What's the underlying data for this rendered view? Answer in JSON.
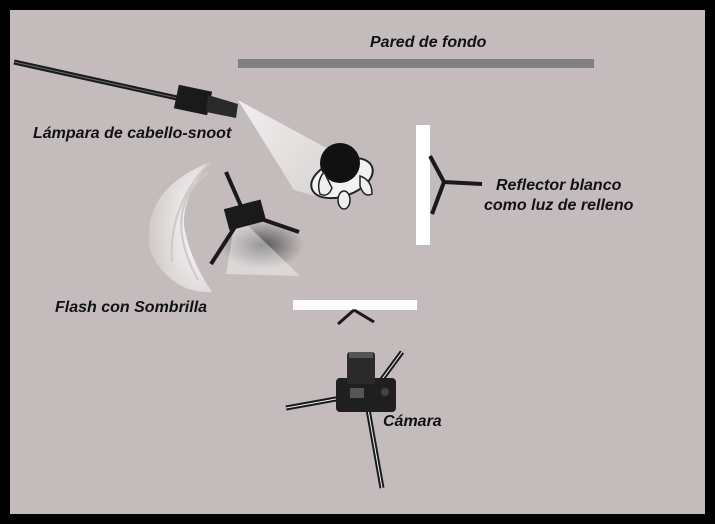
{
  "diagram": {
    "labels": {
      "background_wall": "Pared de fondo",
      "hair_light": "Lámpara de cabello-snoot",
      "fill_reflector_line1": "Reflector blanco",
      "fill_reflector_line2": "como luz de relleno",
      "umbrella_flash": "Flash con Sombrilla",
      "camera": "Cámara"
    },
    "colors": {
      "background": "#c4bcbc",
      "border": "#000000",
      "wall": "#808080",
      "reflector": "#ffffff",
      "equipment": "#1a1a1a"
    }
  }
}
